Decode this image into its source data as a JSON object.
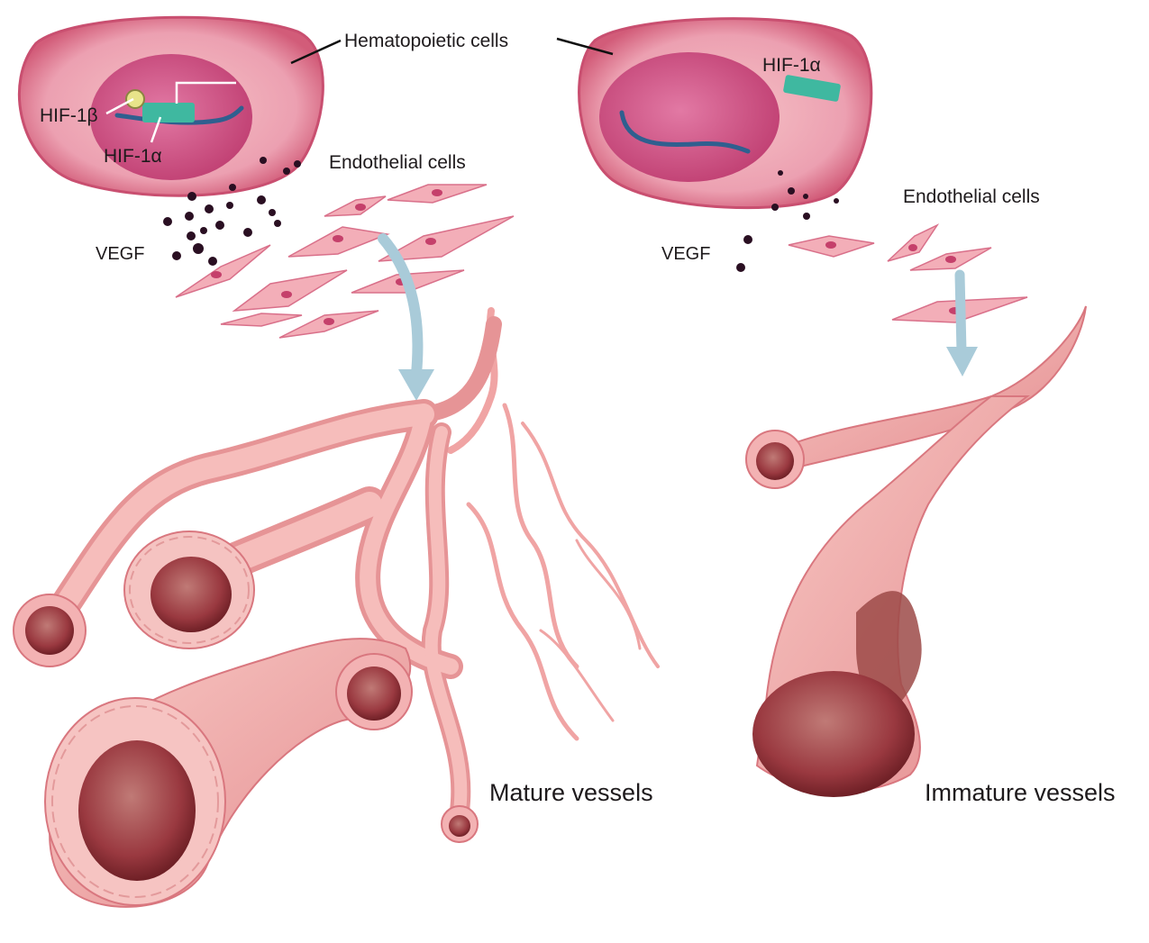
{
  "labels": {
    "hematopoietic_cells": "Hematopoietic cells",
    "hif1b": "HIF-1β",
    "hif1a_left": "HIF-1α",
    "hif1a_right": "HIF-1α",
    "endothelial_left": "Endothelial cells",
    "endothelial_right": "Endothelial cells",
    "vegf_left": "VEGF",
    "vegf_right": "VEGF",
    "mature_vessels": "Mature vessels",
    "immature_vessels": "Immature vessels"
  },
  "colors": {
    "cell_membrane": "#d8637e",
    "cell_cytoplasm": "#f0a9b4",
    "nucleus": "#c6477a",
    "hif_protein": "#3fb8a0",
    "dna_strand": "#2f5f8f",
    "vegf_dot": "#2a0f22",
    "endothelial": "#f3aeb8",
    "vessel_wall": "#f1a6a4",
    "vessel_lumen": "#8f2d34",
    "arrow": "#a9cbd9"
  }
}
